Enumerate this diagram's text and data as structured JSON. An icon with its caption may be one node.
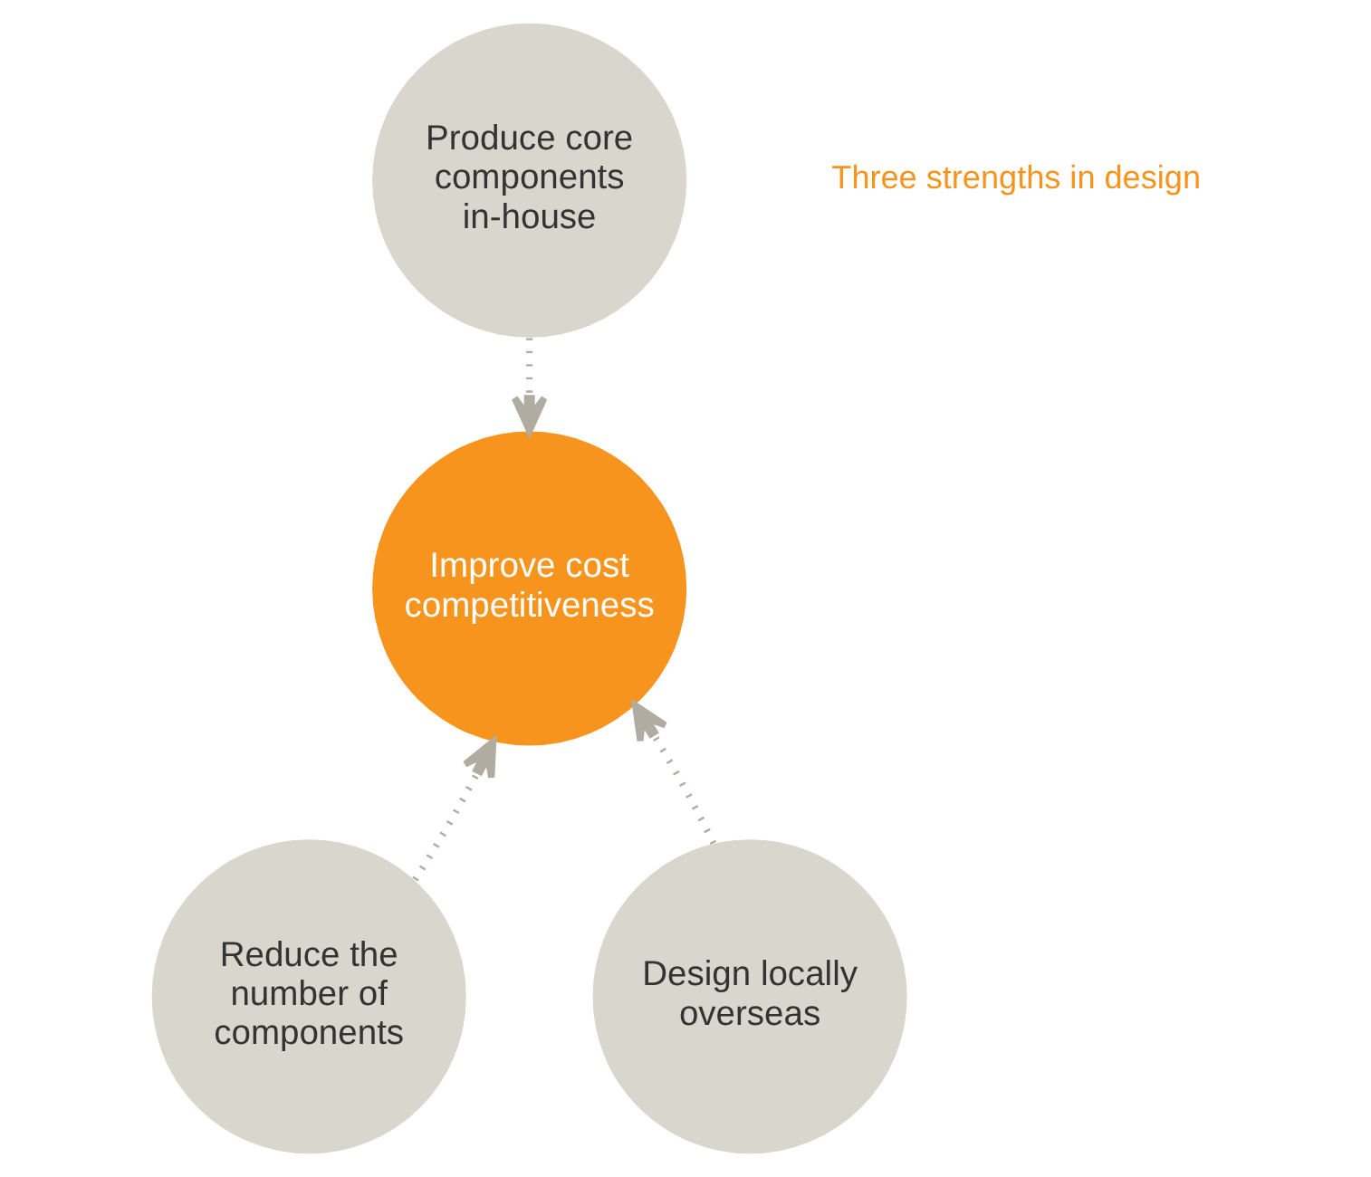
{
  "diagram": {
    "nodes": [
      {
        "text": [
          "Produce core components in-house"
        ]
      },
      {
        "text": [
          "Improve cost competitiveness"
        ]
      },
      {
        "text": [
          "Reduce the number of components"
        ]
      },
      {
        "text": [
          "Design locally overseas"
        ]
      }
    ],
    "edges": [
      {
        "from": 0,
        "to": 1,
        "arrow": "to",
        "style": "dashed"
      },
      {
        "from": 2,
        "to": 1,
        "arrow": "to",
        "style": "dashed"
      },
      {
        "from": 3,
        "to": 1,
        "arrow": "to",
        "style": "dashed"
      }
    ],
    "labels": [
      "Three strengths in design"
    ]
  }
}
